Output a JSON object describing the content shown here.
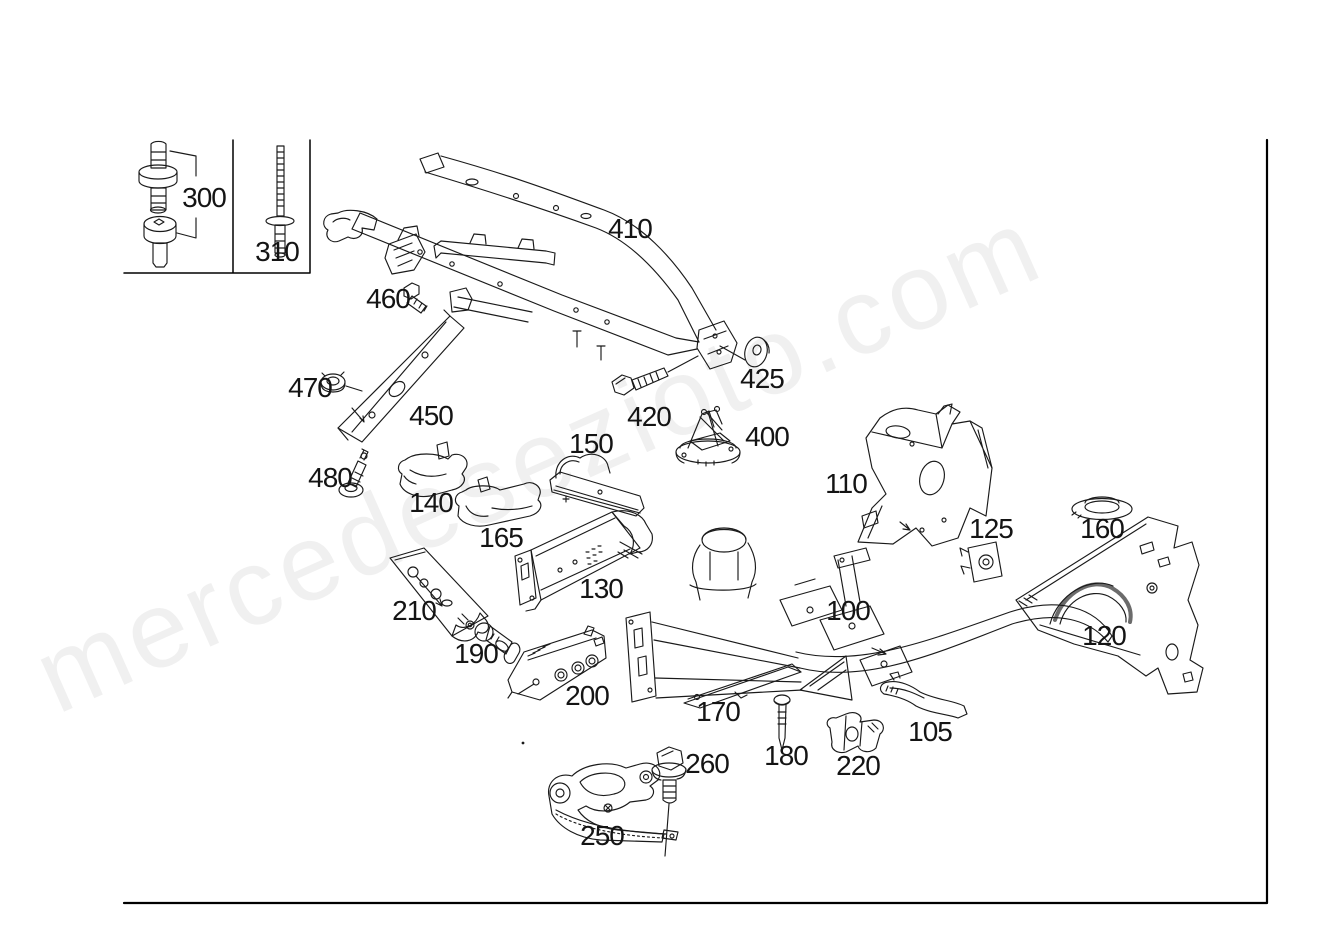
{
  "diagram": {
    "type": "exploded-parts-diagram",
    "subject": "front longitudinal member / frame parts",
    "highlighted_part": "200"
  },
  "watermark": {
    "text": "mercedesezioto.com"
  },
  "highlight_arrow": {
    "color": "#e8231f",
    "points_to": "200"
  },
  "parts": {
    "100": {
      "label": "100"
    },
    "105": {
      "label": "105"
    },
    "110": {
      "label": "110"
    },
    "120": {
      "label": "120"
    },
    "125": {
      "label": "125"
    },
    "130": {
      "label": "130"
    },
    "140": {
      "label": "140"
    },
    "150": {
      "label": "150"
    },
    "160": {
      "label": "160"
    },
    "165": {
      "label": "165"
    },
    "170": {
      "label": "170"
    },
    "180": {
      "label": "180"
    },
    "190": {
      "label": "190"
    },
    "200": {
      "label": "200"
    },
    "210": {
      "label": "210"
    },
    "220": {
      "label": "220"
    },
    "250": {
      "label": "250"
    },
    "260": {
      "label": "260"
    },
    "300": {
      "label": "300"
    },
    "310": {
      "label": "310"
    },
    "400": {
      "label": "400"
    },
    "410": {
      "label": "410"
    },
    "420": {
      "label": "420"
    },
    "425": {
      "label": "425"
    },
    "450": {
      "label": "450"
    },
    "460": {
      "label": "460"
    },
    "470": {
      "label": "470"
    },
    "480": {
      "label": "480"
    }
  }
}
